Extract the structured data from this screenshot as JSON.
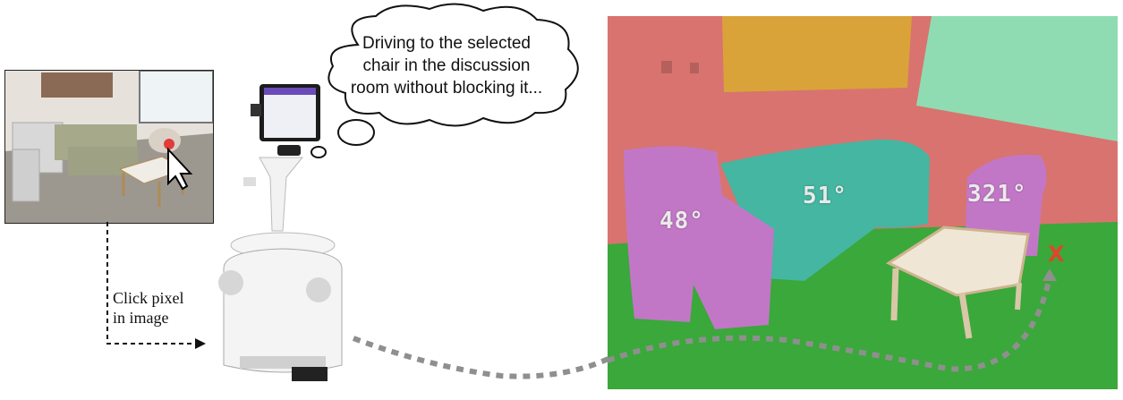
{
  "input_panel": {
    "caption_line1": "Click pixel",
    "caption_line2": "in image"
  },
  "thought": {
    "text_line1": "Driving to the selected",
    "text_line2": "chair in the discussion",
    "text_line3": "room without blocking it..."
  },
  "scene": {
    "labels": {
      "left_chair": "48°",
      "sofa": "51°",
      "right_chair": "321°"
    },
    "goal_marker": "X"
  },
  "colors": {
    "wall": "#d9736f",
    "floor": "#3aa83a",
    "chair": "#c277c6",
    "sofa": "#44b6a1",
    "whiteboard": "#8fdcb2",
    "board": "#d9a33a",
    "goal": "#e0442b",
    "path": "#8f8f8f"
  }
}
